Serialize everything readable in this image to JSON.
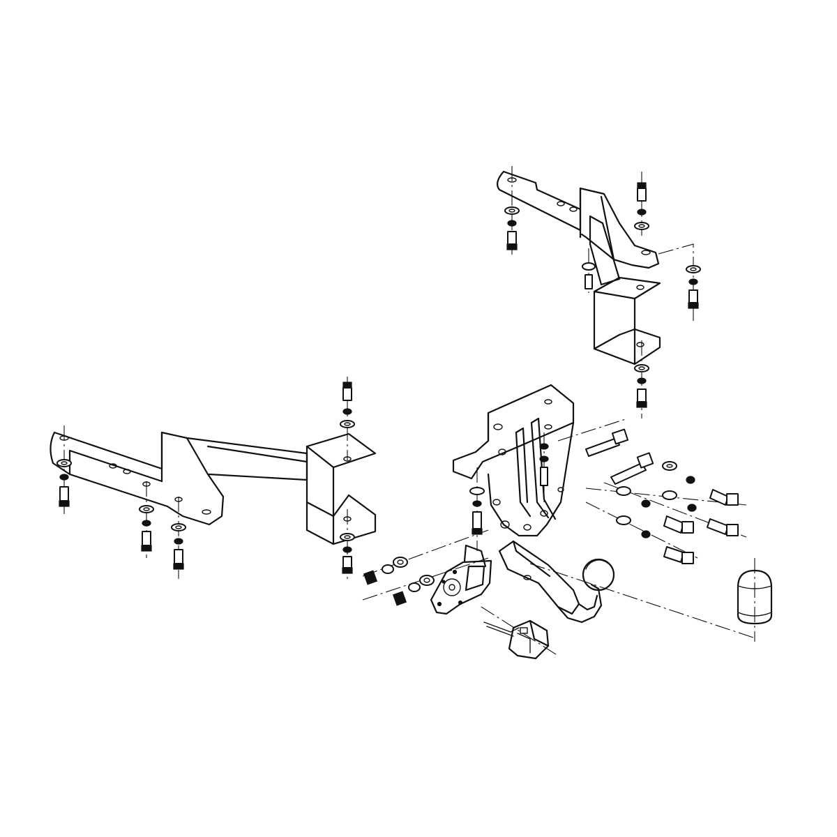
{
  "diagram": {
    "type": "exploded-assembly-drawing",
    "subject": "tow-bar",
    "parts": [
      {
        "id": "left-side-bracket",
        "icon": "bracket-icon"
      },
      {
        "id": "right-side-bracket",
        "icon": "bracket-icon"
      },
      {
        "id": "crossbar-mounting-plate",
        "icon": "plate-icon"
      },
      {
        "id": "tow-ball-neck",
        "icon": "tow-ball-icon"
      },
      {
        "id": "socket-plate",
        "icon": "socket-plate-icon"
      },
      {
        "id": "electrical-socket",
        "icon": "socket-icon"
      },
      {
        "id": "ball-cover-cap",
        "icon": "cap-icon"
      },
      {
        "id": "bolt-set",
        "icon": "bolt-icon"
      },
      {
        "id": "nut-washer-set",
        "icon": "nut-icon"
      }
    ],
    "colors": {
      "line": "#111111",
      "background": "#ffffff"
    }
  }
}
